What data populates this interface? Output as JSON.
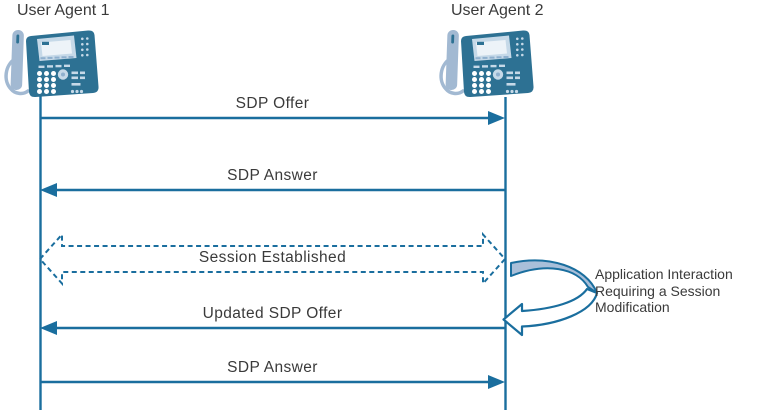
{
  "colors": {
    "line": "#1A6E9E",
    "phone_body": "#2D7193",
    "phone_light": "#A2B9D2",
    "phone_panel": "#C6D9E8",
    "swirl_fill": "#A9BFD9",
    "text": "#3A3A3A",
    "background": "#FFFFFF"
  },
  "actors": [
    {
      "label": "User Agent 1",
      "icon": "ip-phone-icon"
    },
    {
      "label": "User Agent 2",
      "icon": "ip-phone-icon"
    }
  ],
  "messages": [
    {
      "label": "SDP Offer",
      "from": "User Agent 1",
      "to": "User Agent 2",
      "line": "solid",
      "direction": "right"
    },
    {
      "label": "SDP Answer",
      "from": "User Agent 2",
      "to": "User Agent 1",
      "line": "solid",
      "direction": "left"
    },
    {
      "label": "Session Established",
      "from": "User Agent 1",
      "to": "User Agent 2",
      "line": "dashed-open-block",
      "direction": "both"
    },
    {
      "label": "Updated SDP Offer",
      "from": "User Agent 2",
      "to": "User Agent 1",
      "line": "solid",
      "direction": "left"
    },
    {
      "label": "SDP Answer",
      "from": "User Agent 1",
      "to": "User Agent 2",
      "line": "solid",
      "direction": "right"
    }
  ],
  "annotation": {
    "icon": "loop-arrow-icon",
    "lines": [
      "Application Interaction",
      "Requiring a Session",
      "Modification"
    ]
  }
}
